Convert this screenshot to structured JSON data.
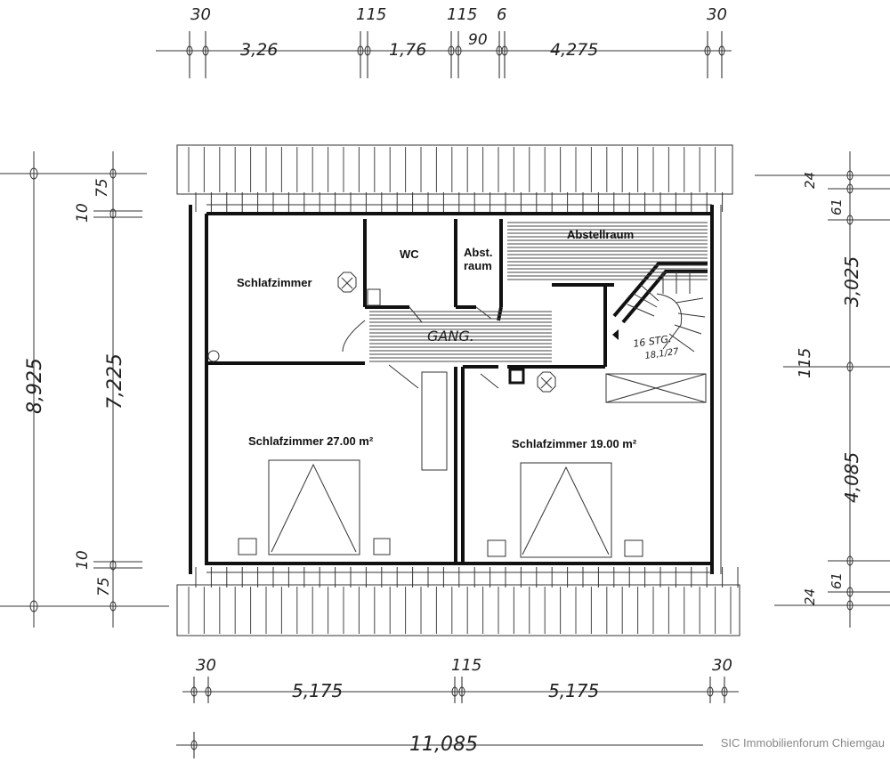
{
  "plan": {
    "dims_top": [
      "30",
      "115",
      "115",
      "6",
      "30"
    ],
    "dims_top_segments": [
      "3,26",
      "1,76",
      "90",
      "4,275"
    ],
    "dims_bottom_top": [
      "30",
      "115",
      "30"
    ],
    "dims_bottom_segments": [
      "5,175",
      "5,175"
    ],
    "dims_total": "11,085",
    "dims_left_outer": "8,925",
    "dims_left_inner": "7,225",
    "dims_left_small_top": [
      "10",
      "75"
    ],
    "dims_left_small_bottom": [
      "10",
      "75"
    ],
    "dims_right": [
      "24",
      "61",
      "3,025",
      "115",
      "4,085",
      "61",
      "24"
    ]
  },
  "rooms": {
    "schlafzimmer_small": "Schlafzimmer",
    "wc": "WC",
    "abst_line1": "Abst.",
    "abst_line2": "raum",
    "abstellraum": "Abstellraum",
    "gang": "GANG.",
    "schlafzimmer_left": "Schlafzimmer 27.00 m²",
    "schlafzimmer_right": "Schlafzimmer 19.00 m²",
    "stairs_label": "16 STG.",
    "stairs_ratio": "18,1/27"
  },
  "watermark": "SIC Immobilienforum Chiemgau"
}
